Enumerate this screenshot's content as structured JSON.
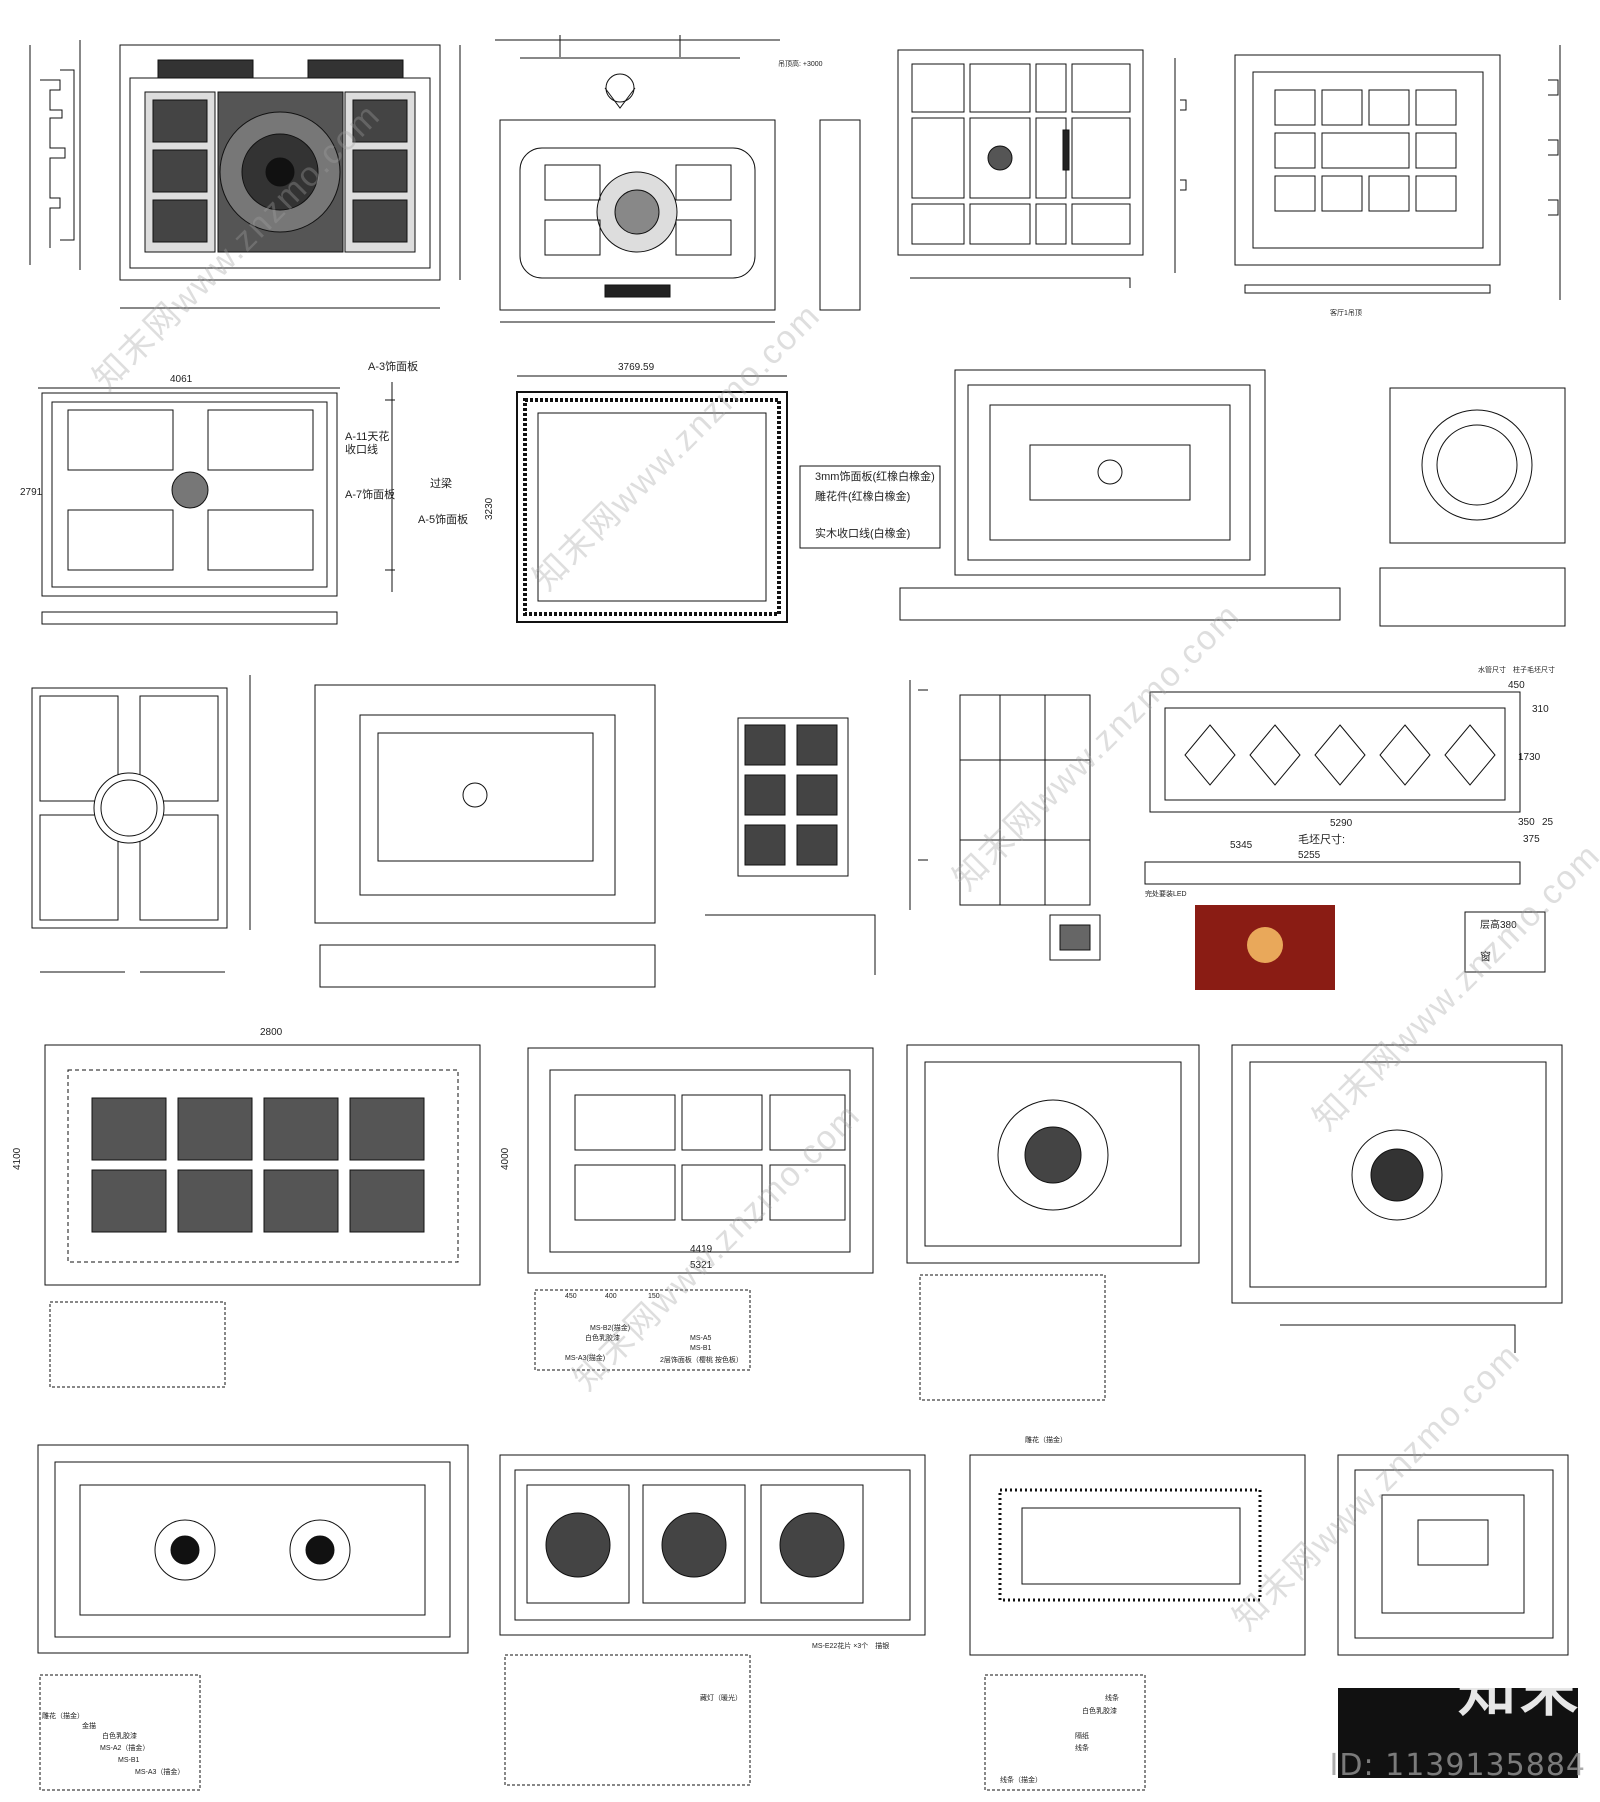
{
  "labels": {
    "ceiling_height": "吊顶高: +3000",
    "living_room_ceiling": "客厅1吊顶",
    "dim_4061": "4061",
    "dim_2791": "2791",
    "callout_a3": "A-3饰面板",
    "callout_a11_line1": "A-11天花",
    "callout_a11_line2": "收口线",
    "callout_a7": "A-7饰面板",
    "callout_beam": "过梁",
    "callout_a5": "A-5饰面板",
    "dim_376959": "3769.59",
    "dim_3230": "3230",
    "note_3mm": "3mm饰面板(红橡白橡金)",
    "note_carving": "雕花件(红橡白橡金)",
    "note_solidwood": "实木收口线(白橡金)",
    "pipe_size": "水管尺寸",
    "column_blank": "柱子毛坯尺寸",
    "dim_310": "310",
    "dim_450": "450",
    "dim_1730": "1730",
    "dim_5290": "5290",
    "dim_350": "350",
    "dim_25": "25",
    "dim_375": "375",
    "blank_size": "毛坯尺寸:",
    "dim_5345": "5345",
    "dim_5255": "5255",
    "led_note": "完处要装LED",
    "floor_height": "层高380",
    "window": "窗",
    "dim_2800": "2800",
    "dim_4100": "4100",
    "label_diaohua_jin": "雕花（描金）",
    "label_jinxian": "金描",
    "label_white_latex": "白色乳胶漆",
    "label_ms_a2": "MS-A2（描金）",
    "label_ms_b1": "MS-B1",
    "label_ms_a3": "MS-A3（描金）",
    "label_ms_e22": "MS-E22花片 ×3个　描银",
    "label_cangdeng": "藏灯（暖光）",
    "label_diaohua_top": "雕花（描金）",
    "label_xiantiao": "线条",
    "label_white_latex2": "白色乳胶漆",
    "label_gesu": "隔纸",
    "label_xiantiao2": "线条",
    "label_xiantiao_jin": "线条（描金）",
    "label_ms_a3b": "MS-A3(描金)",
    "label_ms_b2": "MS-B2(描金)",
    "label_ms_a5": "MS-A5",
    "label_ms_b1b": "MS-B1",
    "label_layer": "2层饰面板（樱桃 按色板）",
    "dim_450b": "450",
    "dim_400": "400",
    "dim_150": "150",
    "dim_4419": "4419",
    "dim_5321": "5321",
    "dim_4000": "4000"
  },
  "branding": {
    "logo_text": "知末",
    "id_text": "ID: 1139135884",
    "watermark": "知末网www.znzmo.com"
  }
}
